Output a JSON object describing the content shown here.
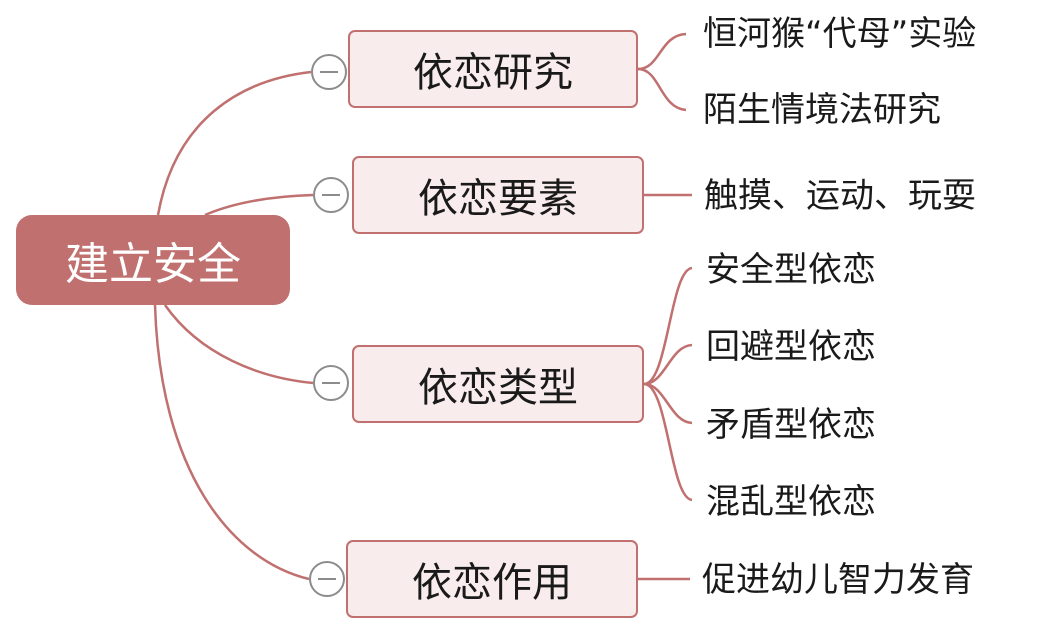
{
  "root": {
    "label": "建立安全",
    "color": "#c0706f"
  },
  "branches": [
    {
      "label": "依恋研究",
      "children": [
        "恒河猴“代母”实验",
        "陌生情境法研究"
      ]
    },
    {
      "label": "依恋要素",
      "children": [
        "触摸、运动、玩耍"
      ]
    },
    {
      "label": "依恋类型",
      "children": [
        "安全型依恋",
        "回避型依恋",
        "矛盾型依恋",
        "混乱型依恋"
      ]
    },
    {
      "label": "依恋作用",
      "children": [
        "促进幼儿智力发育"
      ]
    }
  ],
  "colors": {
    "line": "#c0706f",
    "branch_fill": "#f9ecec",
    "collapse": "#8c8c8c"
  },
  "icons": {
    "collapse": "minus-circle-icon"
  }
}
